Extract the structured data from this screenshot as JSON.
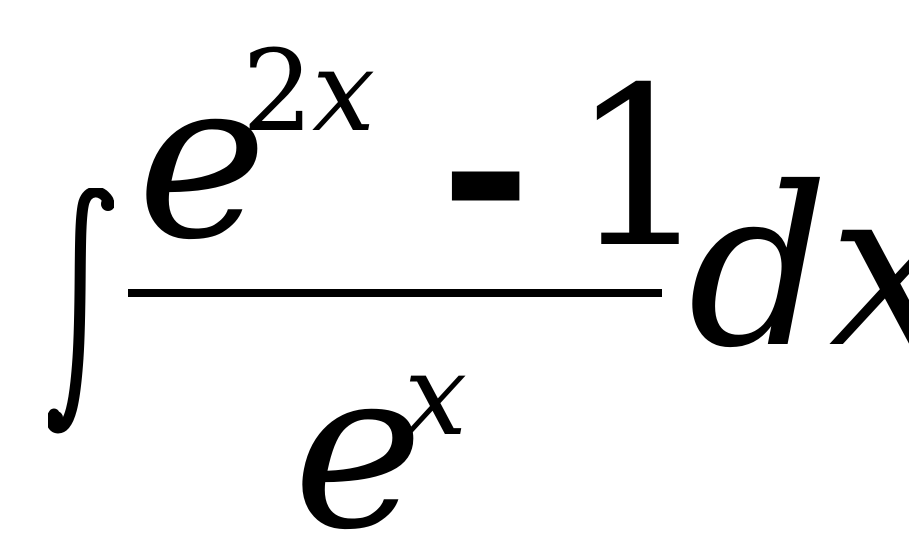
{
  "expression": {
    "integral_symbol": "∫",
    "numerator": {
      "base": "e",
      "exponent_coefficient": "2",
      "exponent_variable": "x",
      "operator": "-",
      "constant": "1"
    },
    "denominator": {
      "base": "e",
      "exponent": "x"
    },
    "differential": "dx"
  }
}
